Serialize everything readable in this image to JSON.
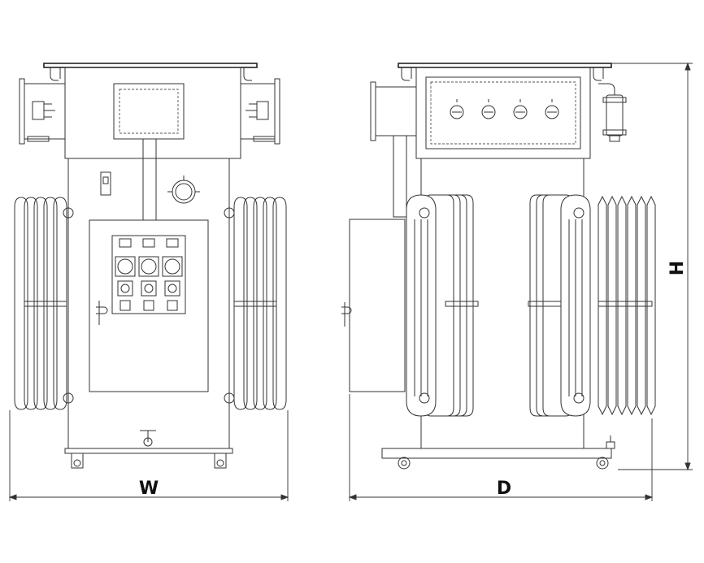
{
  "labels": {
    "width": "W",
    "depth": "D",
    "height": "H"
  }
}
